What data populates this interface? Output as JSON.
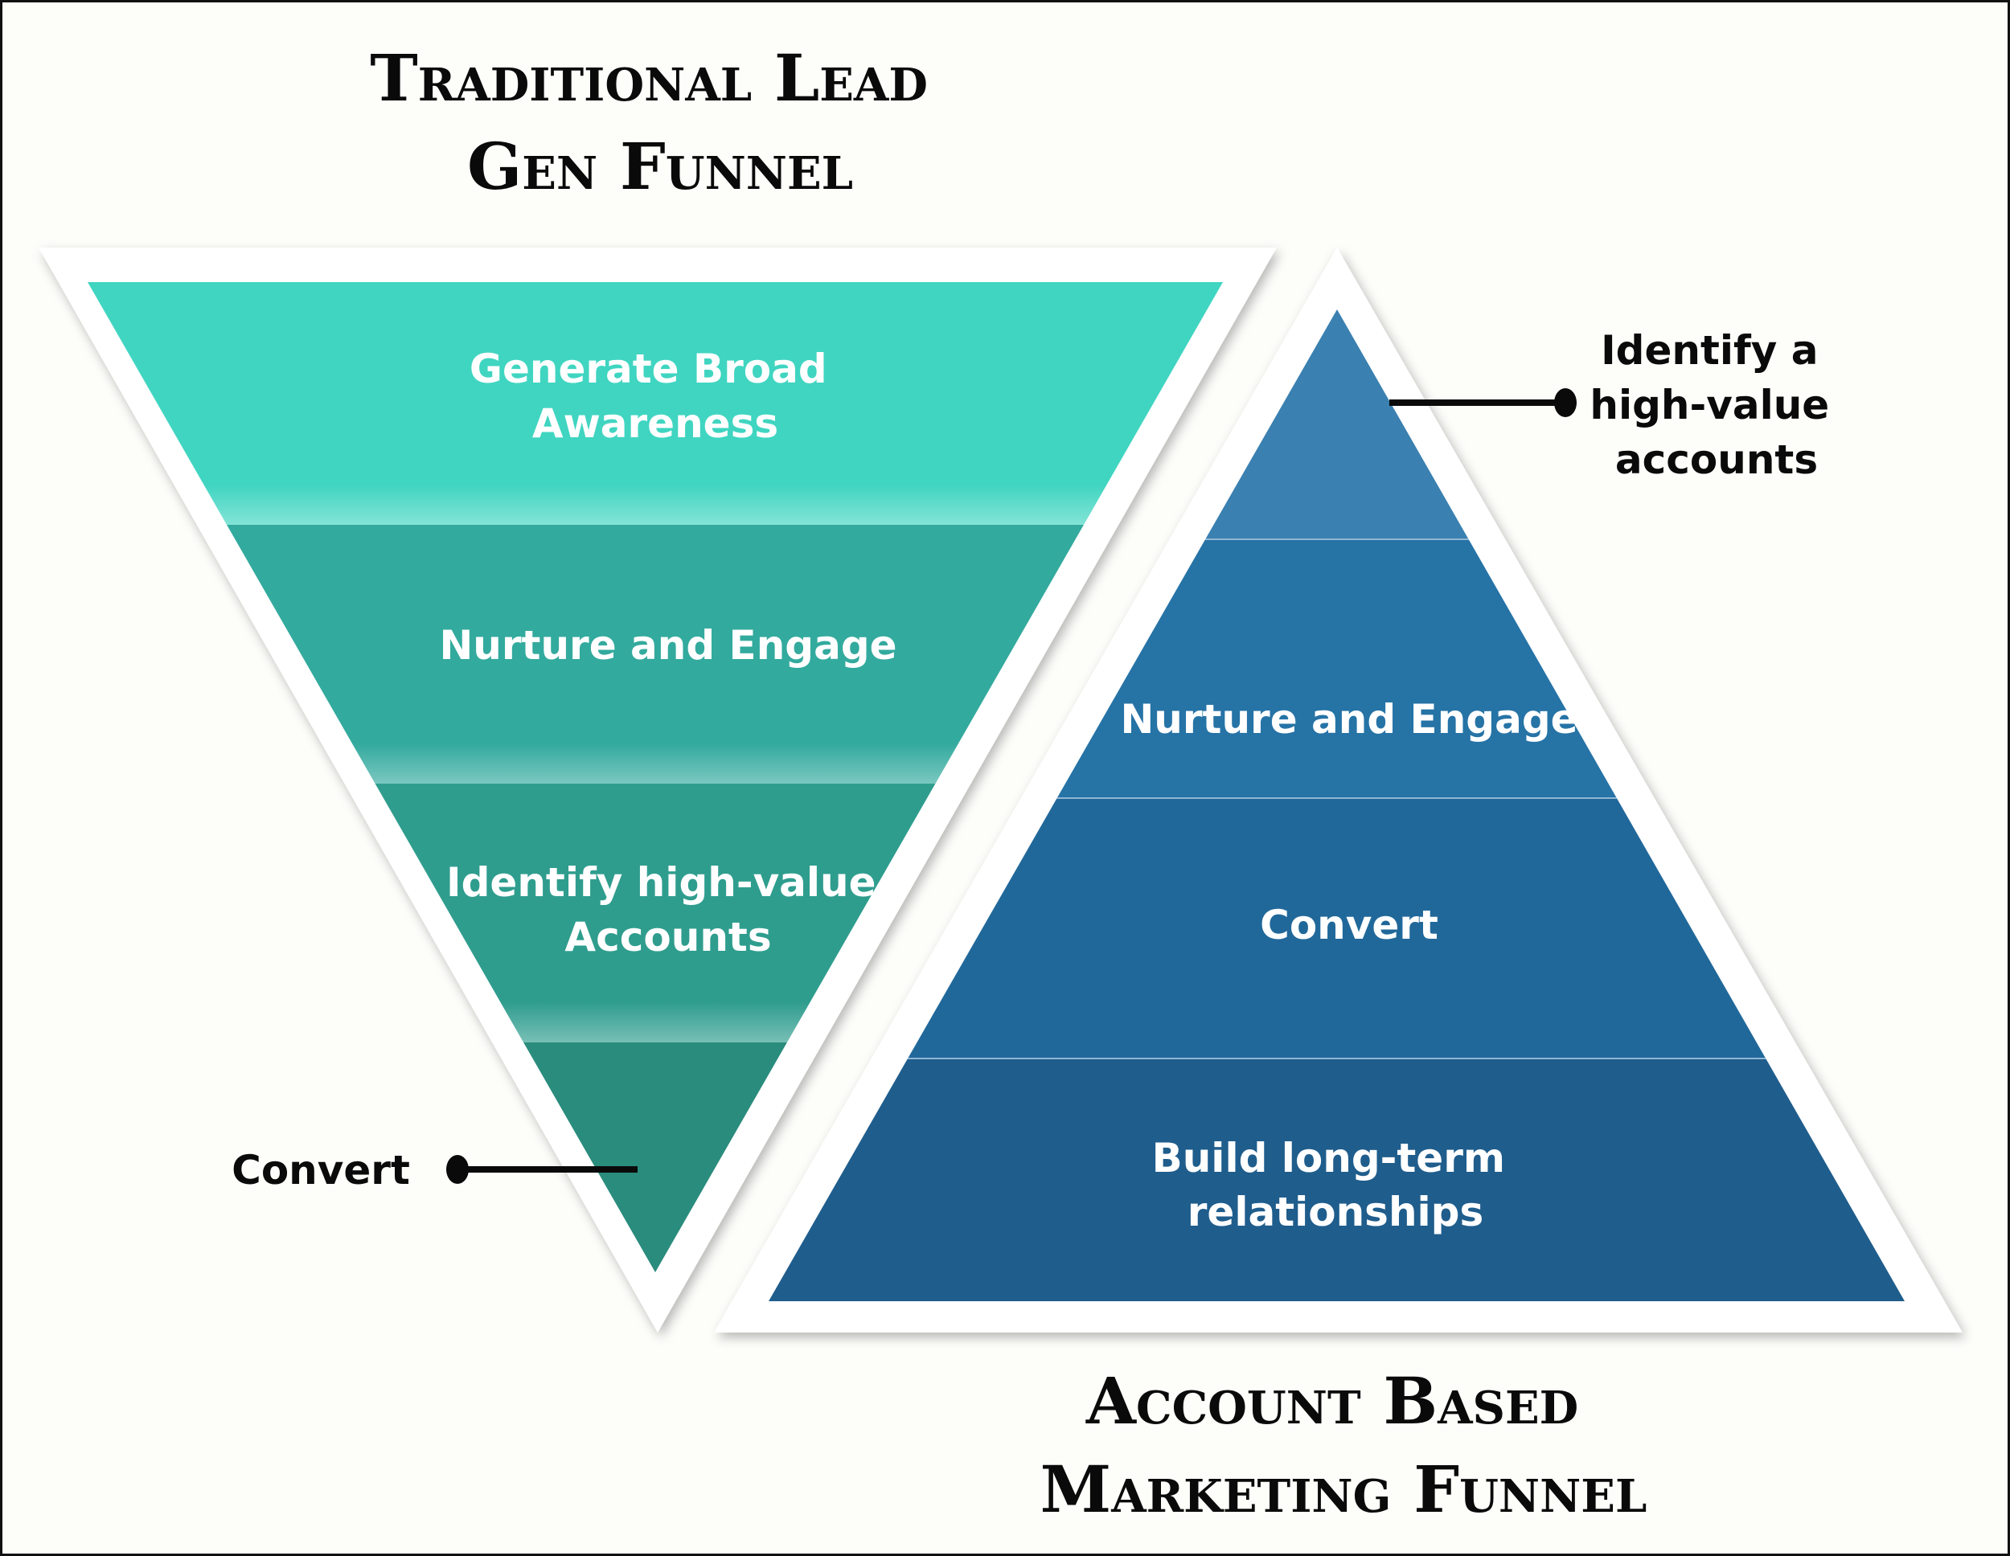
{
  "titles": {
    "traditional": [
      "Traditional Lead",
      "Gen Funnel"
    ],
    "abm": [
      "Account Based",
      "Marketing Funnel"
    ]
  },
  "traditional_funnel": {
    "stages": [
      {
        "lines": [
          "Generate Broad",
          "Awareness"
        ],
        "color": "#40d5c1"
      },
      {
        "lines": [
          "Nurture and Engage"
        ],
        "color": "#33aa9e"
      },
      {
        "lines": [
          "Identify high-value",
          "Accounts"
        ],
        "color": "#2f9d8e"
      },
      {
        "lines": [],
        "color": "#2a8c7d"
      }
    ],
    "callout": {
      "lines": [
        "Convert"
      ]
    }
  },
  "abm_funnel": {
    "stages": [
      {
        "lines": [],
        "color": "#3a80b0"
      },
      {
        "lines": [
          "Nurture and Engage"
        ],
        "color": "#2673a6"
      },
      {
        "lines": [
          "Convert"
        ],
        "color": "#21689a"
      },
      {
        "lines": [
          "Build long-term",
          "relationships"
        ],
        "color": "#1f5d8c"
      }
    ],
    "callout": {
      "lines": [
        "Identify a",
        "high-value",
        "accounts"
      ]
    }
  },
  "colors": {
    "frame": "#ffffff",
    "text_dark": "#0a0a0a",
    "text_light": "#ffffff"
  }
}
